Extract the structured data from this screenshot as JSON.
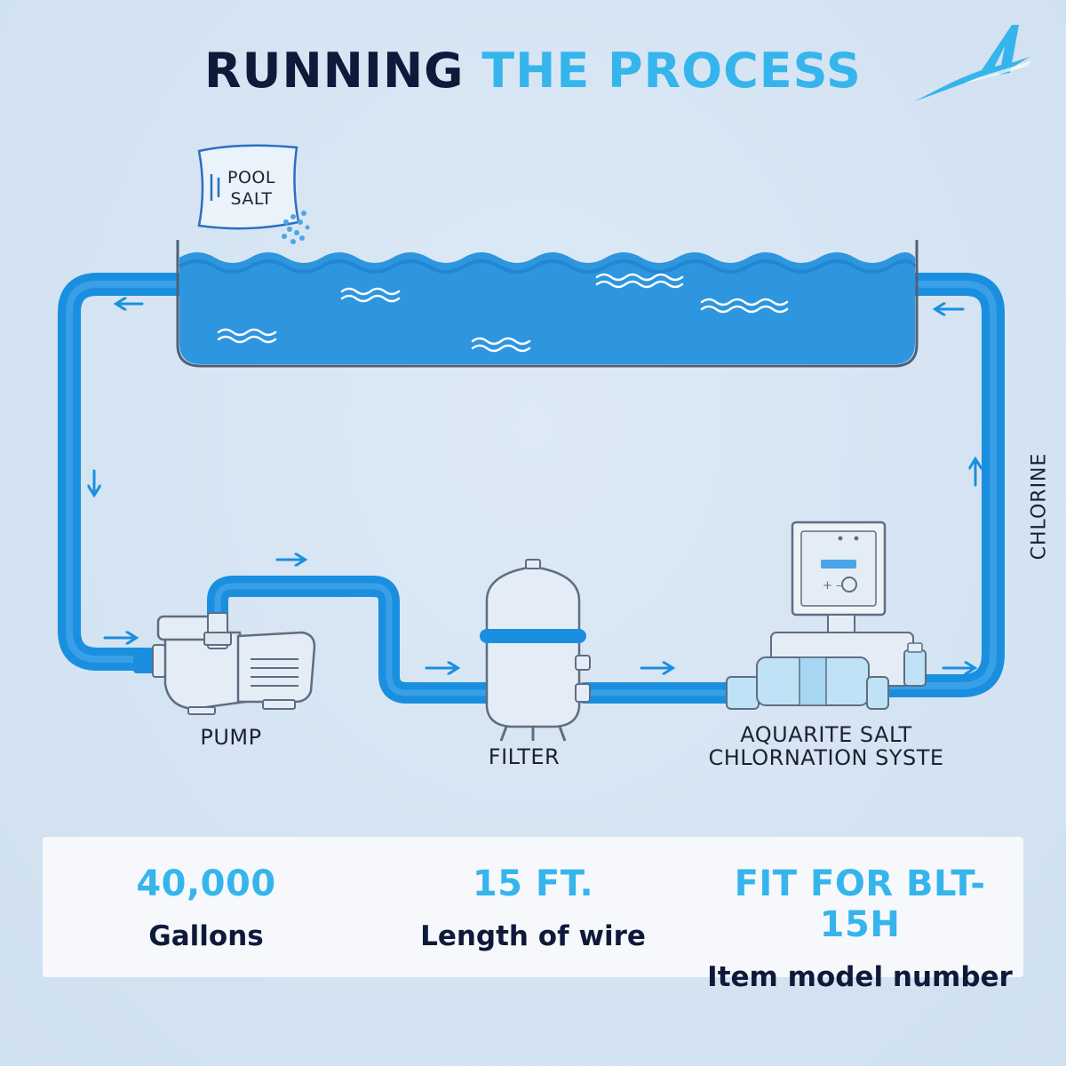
{
  "title": {
    "part1": "RUNNING",
    "part2": "THE PROCESS"
  },
  "labels": {
    "salt_line1": "POOL",
    "salt_line2": "SALT",
    "pump": "PUMP",
    "filter": "FILTER",
    "system_line1": "AQUARITE SALT",
    "system_line2": "CHLORNATION SYSTE",
    "chlorine": "CHLORINE"
  },
  "stats": [
    {
      "value": "40,000",
      "caption": "Gallons"
    },
    {
      "value": "15 FT.",
      "caption": "Length of wire"
    },
    {
      "value": "FIT FOR BLT-15H",
      "caption": "Item model number"
    }
  ],
  "colors": {
    "pipe": "#1a8fe0",
    "water": "#2d96de",
    "arrow": "#1a8fe0",
    "accent": "#35b5ec",
    "dark": "#0f1a3a",
    "equipment": "#e4edf6",
    "outline": "#5f6d82"
  },
  "icons": [
    "brand-logo-icon",
    "salt-bag-icon",
    "pump-icon",
    "filter-icon",
    "chlorinator-icon",
    "flow-arrow-icon"
  ]
}
